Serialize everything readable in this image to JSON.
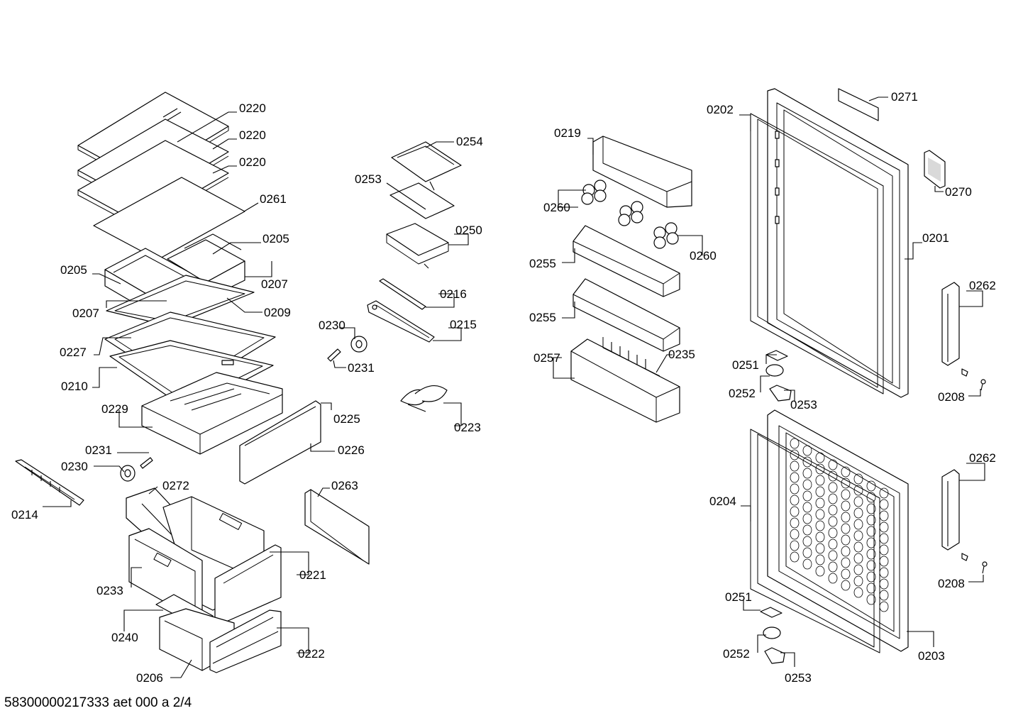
{
  "footer": {
    "doc_ref": "58300000217333 aet 000 a 2/4"
  },
  "callouts": {
    "c1": "0220",
    "c2": "0220",
    "c3": "0220",
    "c4": "0261",
    "c5": "0205",
    "c6": "0205",
    "c7": "0207",
    "c8": "0207",
    "c9": "0209",
    "c10": "0227",
    "c11": "0210",
    "c12": "0229",
    "c13": "0225",
    "c14": "0226",
    "c15": "0231",
    "c16": "0230",
    "c17": "0214",
    "c18": "0272",
    "c19": "0263",
    "c20": "0233",
    "c21": "0221",
    "c22": "0240",
    "c23": "0206",
    "c24": "0222",
    "c25": "0254",
    "c26": "0253",
    "c27": "0250",
    "c28": "0216",
    "c29": "0230",
    "c30": "0215",
    "c31": "0231",
    "c32": "0223",
    "c33": "0219",
    "c34": "0260",
    "c35": "0260",
    "c36": "0255",
    "c37": "0255",
    "c38": "0257",
    "c39": "0235",
    "c40": "0202",
    "c41": "0271",
    "c42": "0270",
    "c43": "0201",
    "c44": "0262",
    "c45": "0251",
    "c46": "0252",
    "c47": "0253",
    "c48": "0208",
    "c49": "0204",
    "c50": "0262",
    "c51": "0208",
    "c52": "0251",
    "c53": "0252",
    "c54": "0253",
    "c55": "0203"
  }
}
